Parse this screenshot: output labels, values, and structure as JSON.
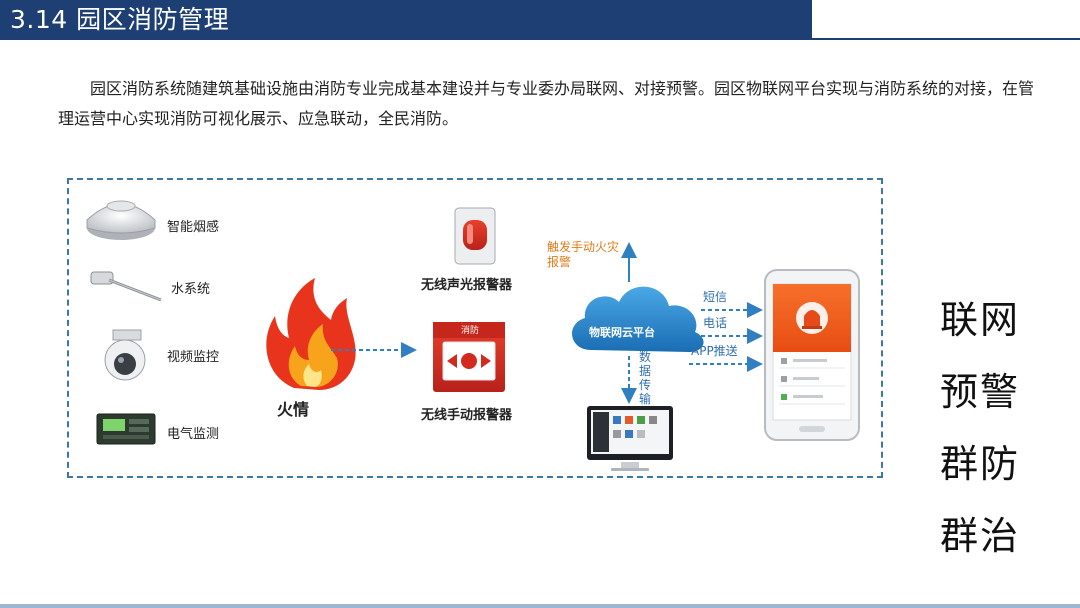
{
  "header": {
    "title": "3.14 园区消防管理"
  },
  "intro": {
    "text": "园区消防系统随建筑基础设施由消防专业完成基本建设并与专业委办局联网、对接预警。园区物联网平台实现与消防系统的对接，在管理运营中心实现消防可视化展示、应急联动，全民消防。"
  },
  "diagram": {
    "sensors": [
      {
        "label": "智能烟感",
        "icon": "smoke-detector-icon"
      },
      {
        "label": "水系统",
        "icon": "water-sensor-icon"
      },
      {
        "label": "视频监控",
        "icon": "dome-camera-icon"
      },
      {
        "label": "电气监测",
        "icon": "electric-monitor-icon"
      }
    ],
    "fire_label": "火情",
    "alarm_light_label": "无线声光报警器",
    "manual_alarm_label": "无线手动报警器",
    "manual_alarm_device_text": "消防",
    "trigger_label": "触发手动火灾报警",
    "cloud_label": "物联网云平台",
    "data_label": "数据传输",
    "channels": [
      "短信",
      "电话",
      "APP推送"
    ]
  },
  "side_words": [
    "联网",
    "预警",
    "群防",
    "群治"
  ],
  "colors": {
    "header_bg": "#1d3f73",
    "diagram_border": "#3b78a8",
    "arrow": "#2f7fc1",
    "orange": "#e07b18",
    "fire": "#e8341c",
    "cloud": "#2d86c9"
  }
}
